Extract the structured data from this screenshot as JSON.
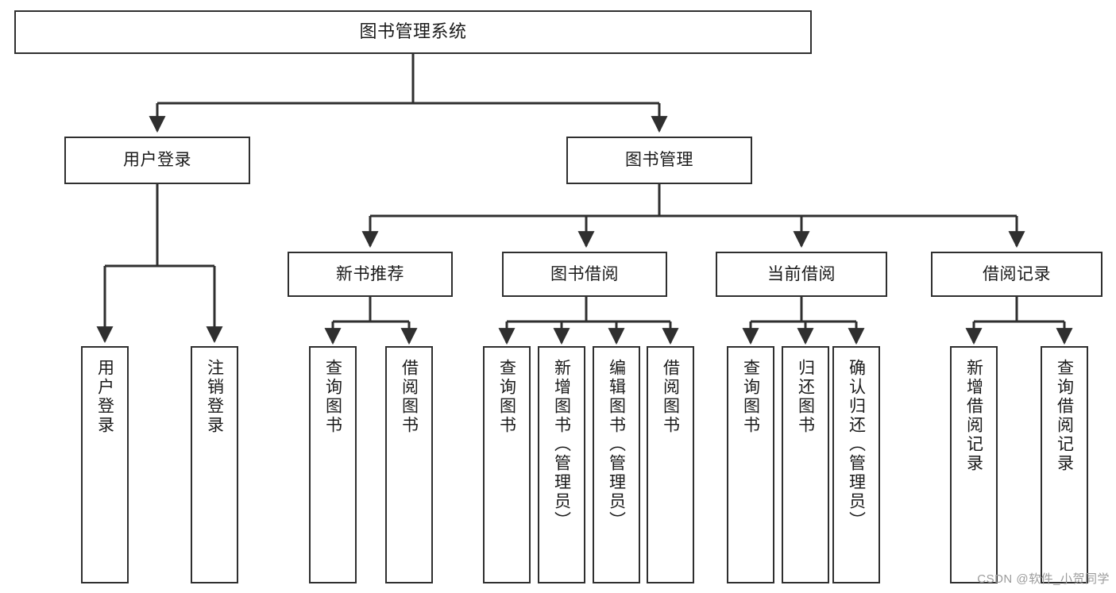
{
  "diagram": {
    "title": "图书管理系统",
    "watermark": "CSDN @软件_小贺同学",
    "colors": {
      "stroke": "#2f2f2f",
      "fill": "#ffffff",
      "text": "#1a1a1a",
      "watermark": "#9b9b9b"
    },
    "nodes": {
      "root": "图书管理系统",
      "level2": {
        "user_login": "用户登录",
        "book_manage": "图书管理"
      },
      "level3": {
        "new_book_recommend": "新书推荐",
        "book_borrow": "图书借阅",
        "current_borrow": "当前借阅",
        "borrow_record": "借阅记录"
      },
      "leaves": {
        "user_login_children": [
          "用户登录",
          "注销登录"
        ],
        "new_book_recommend_children": [
          "查询图书",
          "借阅图书"
        ],
        "book_borrow_children": [
          "查询图书",
          "新增图书（管理员）",
          "编辑图书（管理员）",
          "借阅图书"
        ],
        "current_borrow_children": [
          "查询图书",
          "归还图书",
          "确认归还（管理员）"
        ],
        "borrow_record_children": [
          "新增借阅记录",
          "查询借阅记录"
        ]
      }
    }
  }
}
